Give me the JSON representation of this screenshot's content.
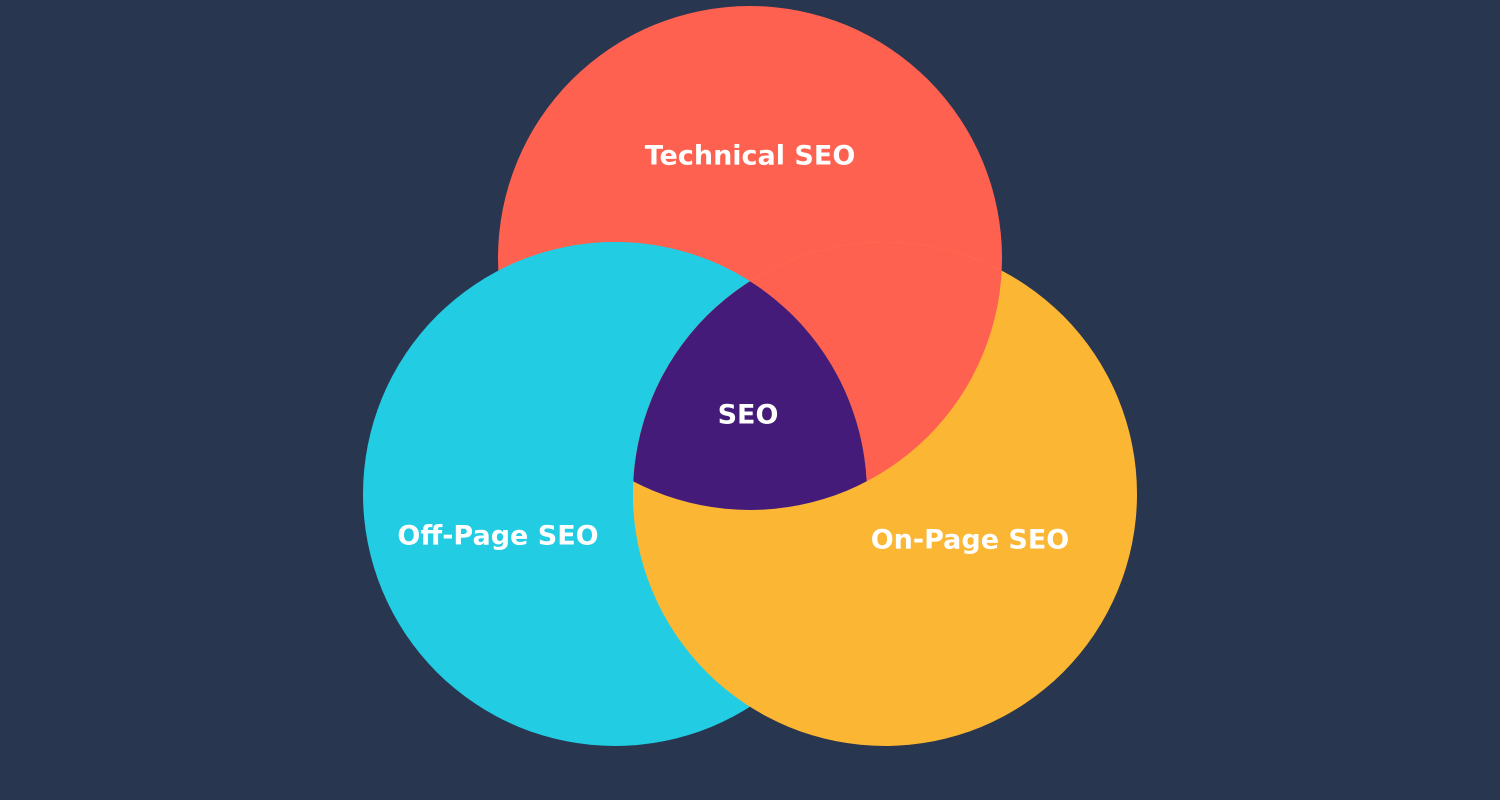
{
  "title": "SEO Venn Diagram",
  "colors": {
    "background": "#283650",
    "technical": "#FF6150",
    "off_page": "#22CCE3",
    "on_page": "#FBB634",
    "center": "#441B78"
  },
  "sets": {
    "technical": "Technical SEO",
    "off_page": "Off-Page SEO",
    "on_page": "On-Page SEO"
  },
  "center_label": "SEO"
}
